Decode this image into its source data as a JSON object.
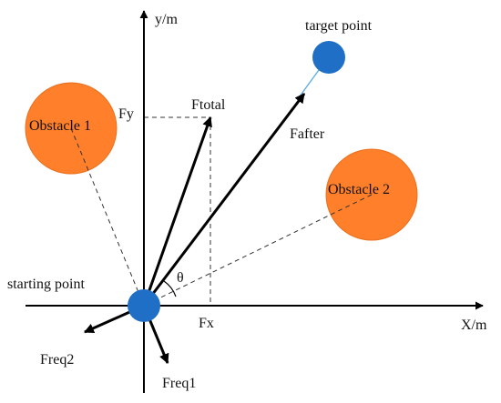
{
  "diagram": {
    "axes": {
      "x_label": "X/m",
      "y_label": "y/m"
    },
    "points": {
      "start_label": "starting point",
      "target_label": "target point",
      "color": "#1f6fc6"
    },
    "obstacles": [
      {
        "label": "Obstacle 1",
        "color": "#ff7f2a",
        "edge": "#e8701f"
      },
      {
        "label": "Obstacle 2",
        "color": "#ff7f2a",
        "edge": "#e8701f"
      }
    ],
    "vectors": {
      "ftotal": "Ftotal",
      "fafter": "Fafter",
      "freq1": "Freq1",
      "freq2": "Freq2",
      "fx": "Fx",
      "fy": "Fy"
    },
    "angle_label": "θ",
    "colors": {
      "vector": "#000000",
      "target_line": "#5aa9e6",
      "dashed": "#333333"
    }
  }
}
